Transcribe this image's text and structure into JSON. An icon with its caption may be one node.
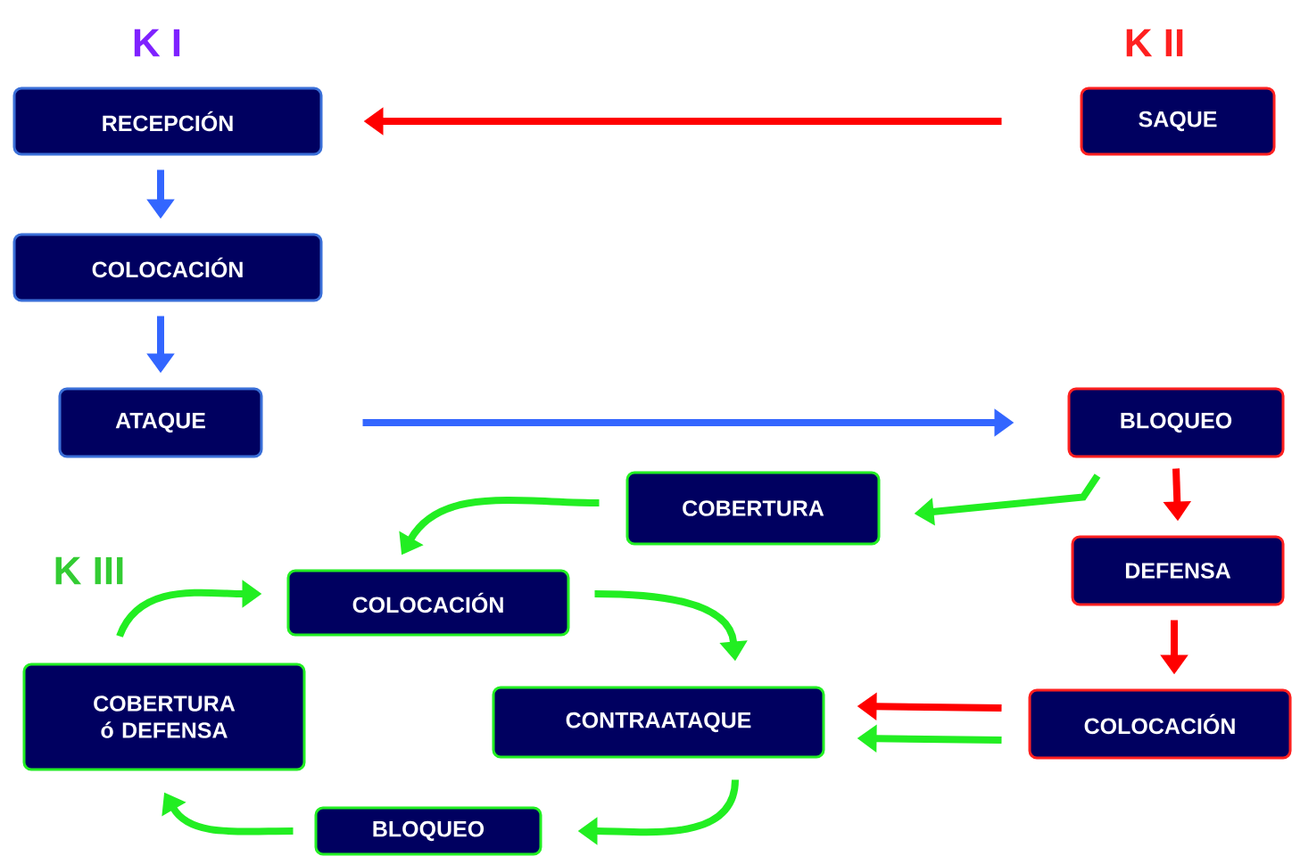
{
  "diagram": {
    "nodes": [
      {
        "text": [
          "RECEPCIÓN"
        ]
      },
      {
        "text": [
          "COLOCACIÓN"
        ]
      },
      {
        "text": [
          "ATAQUE"
        ]
      },
      {
        "text": [
          "SAQUE"
        ]
      },
      {
        "text": [
          "BLOQUEO"
        ]
      },
      {
        "text": [
          "DEFENSA"
        ]
      },
      {
        "text": [
          "COLOCACIÓN"
        ]
      },
      {
        "text": [
          "COBERTURA"
        ]
      },
      {
        "text": [
          "COLOCACIÓN"
        ]
      },
      {
        "text": [
          "CONTRAATAQUE"
        ]
      },
      {
        "text": [
          "COBERTURA ó DEFENSA"
        ]
      },
      {
        "text": [
          "BLOQUEO"
        ]
      }
    ],
    "edges": [
      {
        "from": 3,
        "to": 0,
        "arrow": "to",
        "color": "#ff0000"
      },
      {
        "from": 0,
        "to": 1,
        "arrow": "to",
        "color": "#3366ff"
      },
      {
        "from": 1,
        "to": 2,
        "arrow": "to",
        "color": "#3366ff"
      },
      {
        "from": 2,
        "to": 4,
        "arrow": "to",
        "color": "#3366ff"
      },
      {
        "from": 4,
        "to": 5,
        "arrow": "to",
        "color": "#ff0000"
      },
      {
        "from": 5,
        "to": 6,
        "arrow": "to",
        "color": "#ff0000"
      },
      {
        "from": 4,
        "to": 7,
        "arrow": "to"
      },
      {
        "from": 7,
        "to": 8,
        "arrow": "to"
      },
      {
        "from": 8,
        "to": 9,
        "arrow": "to"
      },
      {
        "from": 9,
        "to": 11,
        "arrow": "to"
      },
      {
        "from": 11,
        "to": 10,
        "arrow": "to"
      },
      {
        "from": 10,
        "to": 8,
        "arrow": "to"
      },
      {
        "from": 6,
        "to": 9,
        "arrow": "to",
        "color": "#ff0000"
      },
      {
        "from": 6,
        "to": 9,
        "arrow": "to"
      }
    ],
    "labels": [
      "K I",
      "K II",
      "K III"
    ]
  }
}
